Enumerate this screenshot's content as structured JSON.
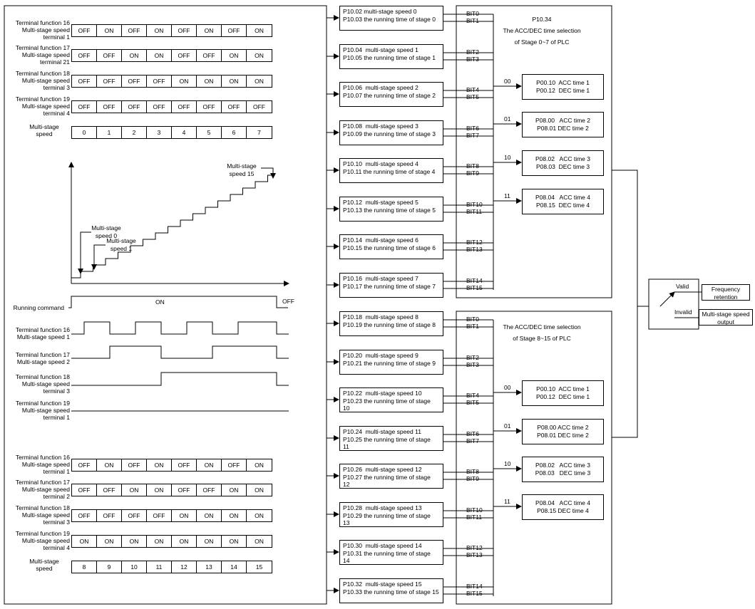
{
  "top_table": {
    "rows": [
      {
        "label": "Terminal function 16\nMulti-stage speed\nterminal 1",
        "cells": [
          "OFF",
          "ON",
          "OFF",
          "ON",
          "OFF",
          "ON",
          "OFF",
          "ON"
        ]
      },
      {
        "label": "Terminal function 17\nMulti-stage speed\nterminal 21",
        "cells": [
          "OFF",
          "OFF",
          "ON",
          "ON",
          "OFF",
          "OFF",
          "ON",
          "ON"
        ]
      },
      {
        "label": "Terminal function 18\nMulti-stage speed\nterminal 3",
        "cells": [
          "OFF",
          "OFF",
          "OFF",
          "OFF",
          "ON",
          "ON",
          "ON",
          "ON"
        ]
      },
      {
        "label": "Terminal function 19\nMulti-stage speed\nterminal 4",
        "cells": [
          "OFF",
          "OFF",
          "OFF",
          "OFF",
          "OFF",
          "OFF",
          "OFF",
          "OFF"
        ]
      }
    ],
    "speed_label": "Multi-stage\nspeed",
    "speeds": [
      "0",
      "1",
      "2",
      "3",
      "4",
      "5",
      "6",
      "7"
    ]
  },
  "bottom_table": {
    "rows": [
      {
        "label": "Terminal function 16\nMulti-stage speed\nterminal 1",
        "cells": [
          "OFF",
          "ON",
          "OFF",
          "ON",
          "OFF",
          "ON",
          "OFF",
          "ON"
        ]
      },
      {
        "label": "Terminal function 17\nMulti-stage speed\nterminal 2",
        "cells": [
          "OFF",
          "OFF",
          "ON",
          "ON",
          "OFF",
          "OFF",
          "ON",
          "ON"
        ]
      },
      {
        "label": "Terminal function 18\nMulti-stage speed\nterminal 3",
        "cells": [
          "OFF",
          "OFF",
          "OFF",
          "OFF",
          "ON",
          "ON",
          "ON",
          "ON"
        ]
      },
      {
        "label": "Terminal function 19\nMulti-stage speed\nterminal 4",
        "cells": [
          "ON",
          "ON",
          "ON",
          "ON",
          "ON",
          "ON",
          "ON",
          "ON"
        ]
      }
    ],
    "speed_label": "Multi-stage\nspeed",
    "speeds": [
      "8",
      "9",
      "10",
      "11",
      "12",
      "13",
      "14",
      "15"
    ]
  },
  "staircase": {
    "speed0": "Multi-stage\nspeed 0",
    "speed1": "Multi-stage\nspeed 1",
    "speed15": "Multi-stage\nspeed 15"
  },
  "timing": {
    "running_command": "Running command",
    "on": "ON",
    "off": "OFF",
    "tf16": "Terminal function 16\nMulti-stage speed 1",
    "tf17": "Terminal function 17\nMulti-stage speed 2",
    "tf18": "Terminal function 18\nMulti-stage speed\nterminal 3",
    "tf19": "Terminal function 19\nMulti-stage speed\nterminal 1"
  },
  "stage_boxes": [
    "P10.02 multi-stage speed 0\nP10.03 the running time of stage 0",
    "P10.04  multi-stage speed 1\nP10.05 the running time of stage 1",
    "P10.06  multi-stage speed 2\nP10.07 the running time of stage 2",
    "P10.08  multi-stage speed 3\nP10.09 the running time of stage 3",
    "P10.10  multi-stage speed 4\nP10.11 the running time of stage 4",
    "P10.12  multi-stage speed 5\nP10.13 the running time of stage 5",
    "P10.14  multi-stage speed 6\nP10.15 the running time of stage 6",
    "P10.16  multi-stage speed 7\nP10.17 the running time of stage 7",
    "P10.18  multi-stage speed 8\nP10.19 the running time of stage 8",
    "P10.20  multi-stage speed 9\nP10.21 the running time of stage 9",
    "P10.22  multi-stage speed 10\nP10.23 the running time of stage\n10",
    "P10.24  multi-stage speed 11\nP10.25 the running time of stage\n11",
    "P10.26  multi-stage speed 12\nP10.27 the running time of stage\n12",
    "P10.28  multi-stage speed 13\nP10.29 the running time of stage\n13",
    "P10.30  multi-stage speed 14\nP10.31 the running time of stage\n14",
    "P10.32  multi-stage speed 15\nP10.33 the running time of stage 15"
  ],
  "bits": [
    [
      "BIT0",
      "BIT1"
    ],
    [
      "BIT2",
      "BIT3"
    ],
    [
      "BIT4",
      "BIT5"
    ],
    [
      "BIT6",
      "BIT7"
    ],
    [
      "BIT8",
      "BIT9"
    ],
    [
      "BIT10",
      "BIT11"
    ],
    [
      "BIT12",
      "BIT13"
    ],
    [
      "BIT14",
      "BIT15"
    ]
  ],
  "top_selector": "P10.34\nThe ACC/DEC time selection\nof Stage 0~7 of PLC",
  "bottom_selector": "The ACC/DEC time selection\nof Stage 8~15 of PLC",
  "codes": [
    "00",
    "01",
    "10",
    "11"
  ],
  "top_acc": [
    "P00.10  ACC time 1\nP00.12  DEC time 1",
    "P08.00   ACC time 2\nP08.01 DEC time 2",
    "P08.02   ACC time 3\nP08.03  DEC time 3",
    "P08.04   ACC time 4\nP08.15  DEC time 4"
  ],
  "bottom_acc": [
    "P00.10  ACC time 1\nP00.12  DEC time 1",
    "P08.00 ACC time 2\nP08.01 DEC time 2",
    "P08.02   ACC time 3\nP08.03   DEC time 3",
    "P08.04   ACC time 4\nP08.15 DEC time 4"
  ],
  "switch": {
    "valid": "Valid",
    "invalid": "Invalid",
    "frequency_retention": "Frequency\nretention",
    "multi_stage_output": "Multi-stage speed\noutput"
  }
}
